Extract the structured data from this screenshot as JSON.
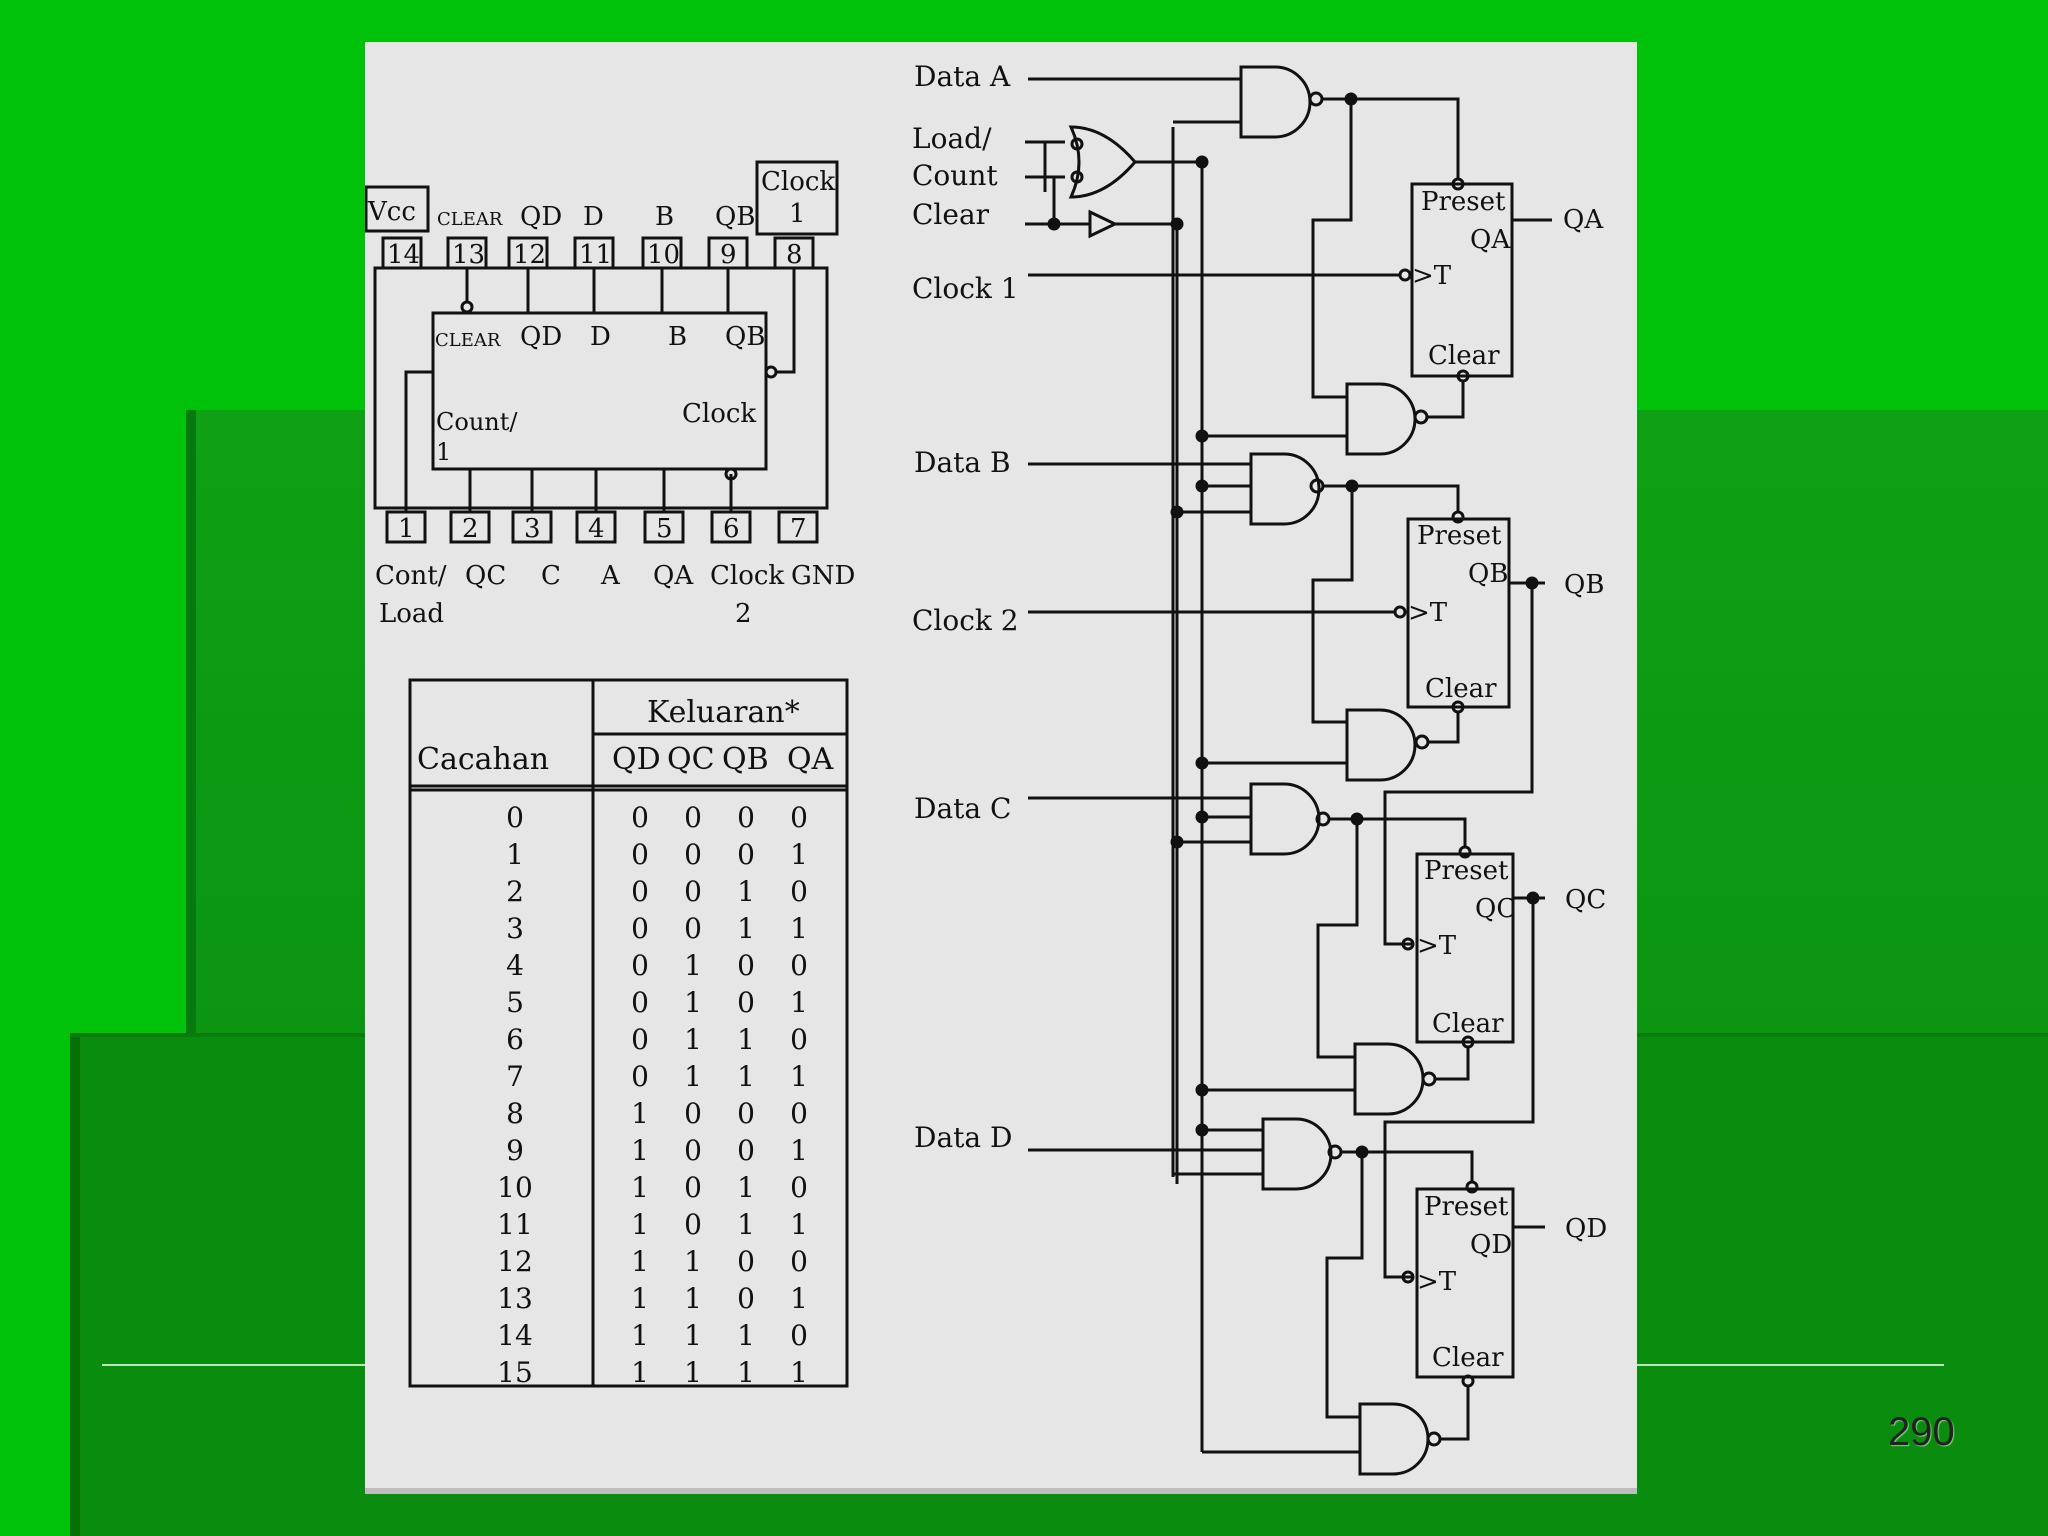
{
  "slide": {
    "page_number": "290"
  },
  "ic": {
    "top_pins": [
      {
        "num": "14",
        "label": "Vcc"
      },
      {
        "num": "13",
        "label": "CLEAR"
      },
      {
        "num": "12",
        "label": "QD"
      },
      {
        "num": "11",
        "label": "D"
      },
      {
        "num": "10",
        "label": "B"
      },
      {
        "num": "9",
        "label": "QB"
      },
      {
        "num": "8",
        "label": "Clock 1"
      }
    ],
    "bottom_pins": [
      {
        "num": "1",
        "label": "Cont/ Load"
      },
      {
        "num": "2",
        "label": "QC"
      },
      {
        "num": "3",
        "label": "C"
      },
      {
        "num": "4",
        "label": "A"
      },
      {
        "num": "5",
        "label": "QA"
      },
      {
        "num": "6",
        "label": "Clock 2"
      },
      {
        "num": "7",
        "label": "GND"
      }
    ],
    "vcc_label": "Vcc",
    "clock1_label": "Clock",
    "clock1_sub": "1",
    "inner_top_labels": [
      "CLEAR",
      "QD",
      "D",
      "B",
      "QB"
    ],
    "inner_count_label": "Count/",
    "inner_count_sub": "1",
    "inner_clock_label": "Clock",
    "bottom_labels": [
      "Cont/",
      "QC",
      "C",
      "A",
      "QA",
      "Clock",
      "GND"
    ],
    "bottom_labels_line2": [
      "Load",
      "2"
    ]
  },
  "table": {
    "header_group": "Keluaran*",
    "count_header": "Cacahan",
    "output_headers": [
      "QD",
      "QC",
      "QB",
      "QA"
    ],
    "rows": [
      [
        "0",
        "0",
        "0",
        "0",
        "0"
      ],
      [
        "1",
        "0",
        "0",
        "0",
        "1"
      ],
      [
        "2",
        "0",
        "0",
        "1",
        "0"
      ],
      [
        "3",
        "0",
        "0",
        "1",
        "1"
      ],
      [
        "4",
        "0",
        "1",
        "0",
        "0"
      ],
      [
        "5",
        "0",
        "1",
        "0",
        "1"
      ],
      [
        "6",
        "0",
        "1",
        "1",
        "0"
      ],
      [
        "7",
        "0",
        "1",
        "1",
        "1"
      ],
      [
        "8",
        "1",
        "0",
        "0",
        "0"
      ],
      [
        "9",
        "1",
        "0",
        "0",
        "1"
      ],
      [
        "10",
        "1",
        "0",
        "1",
        "0"
      ],
      [
        "11",
        "1",
        "0",
        "1",
        "1"
      ],
      [
        "12",
        "1",
        "1",
        "0",
        "0"
      ],
      [
        "13",
        "1",
        "1",
        "0",
        "1"
      ],
      [
        "14",
        "1",
        "1",
        "1",
        "0"
      ],
      [
        "15",
        "1",
        "1",
        "1",
        "1"
      ]
    ]
  },
  "circuit": {
    "inputs": {
      "data_a": "Data A",
      "load": "Load/",
      "count": "Count",
      "clear": "Clear",
      "clock1": "Clock 1",
      "data_b": "Data B",
      "clock2": "Clock 2",
      "data_c": "Data C",
      "data_d": "Data D"
    },
    "flipflops": [
      {
        "preset": "Preset",
        "q_inner": "QA",
        "t": ">T",
        "clear": "Clear",
        "output": "QA"
      },
      {
        "preset": "Preset",
        "q_inner": "QB",
        "t": ">T",
        "clear": "Clear",
        "output": "QB"
      },
      {
        "preset": "Preset",
        "q_inner": "QC",
        "t": ">T",
        "clear": "Clear",
        "output": "QC"
      },
      {
        "preset": "Preset",
        "q_inner": "QD",
        "t": ">T",
        "clear": "Clear",
        "output": "QD"
      }
    ]
  }
}
